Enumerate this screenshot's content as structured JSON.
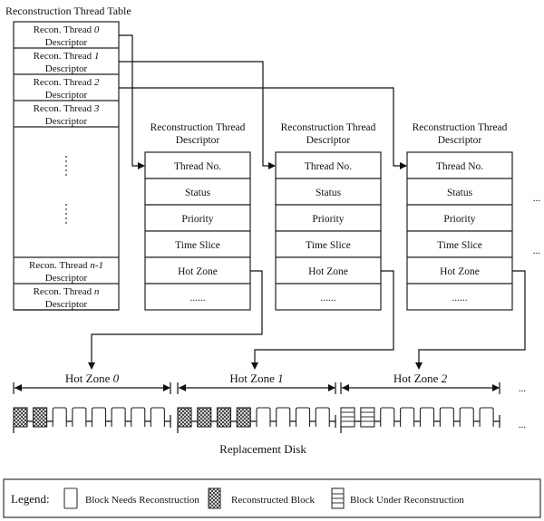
{
  "table": {
    "title": "Reconstruction Thread Table",
    "rows": [
      {
        "prefix": "Recon. Thread ",
        "index": "0",
        "suffix": "Descriptor"
      },
      {
        "prefix": "Recon. Thread ",
        "index": "1",
        "suffix": "Descriptor"
      },
      {
        "prefix": "Recon. Thread ",
        "index": "2",
        "suffix": "Descriptor"
      },
      {
        "prefix": "Recon. Thread ",
        "index": "3",
        "suffix": "Descriptor"
      },
      {
        "prefix": "Recon. Thread ",
        "index": "n-1",
        "suffix": "Descriptor"
      },
      {
        "prefix": "Recon. Thread ",
        "index": "n",
        "suffix": "Descriptor"
      }
    ],
    "ellipsis": "⋮"
  },
  "descriptors": [
    {
      "title_line1": "Reconstruction Thread",
      "title_line2": "Descriptor",
      "fields": [
        "Thread No.",
        "Status",
        "Priority",
        "Time Slice",
        "Hot Zone",
        "......"
      ]
    },
    {
      "title_line1": "Reconstruction Thread",
      "title_line2": "Descriptor",
      "fields": [
        "Thread No.",
        "Status",
        "Priority",
        "Time Slice",
        "Hot Zone",
        "......"
      ]
    },
    {
      "title_line1": "Reconstruction Thread",
      "title_line2": "Descriptor",
      "fields": [
        "Thread No.",
        "Status",
        "Priority",
        "Time Slice",
        "Hot Zone",
        "......"
      ]
    }
  ],
  "descriptor_more": "...",
  "hot_zones": [
    {
      "label": "Hot Zone ",
      "index": "0",
      "blocks": [
        "reconstructed",
        "reconstructed",
        "needs",
        "needs",
        "needs",
        "needs",
        "needs",
        "needs"
      ]
    },
    {
      "label": "Hot Zone ",
      "index": "1",
      "blocks": [
        "reconstructed",
        "reconstructed",
        "reconstructed",
        "reconstructed",
        "needs",
        "needs",
        "needs",
        "needs"
      ]
    },
    {
      "label": "Hot Zone ",
      "index": "2",
      "blocks": [
        "under",
        "under",
        "needs",
        "needs",
        "needs",
        "needs",
        "needs",
        "needs"
      ]
    }
  ],
  "zones_more": "...",
  "disk_label": "Replacement Disk",
  "legend": {
    "title": "Legend:",
    "items": [
      {
        "type": "needs",
        "label": "Block Needs Reconstruction"
      },
      {
        "type": "reconstructed",
        "label": "Reconstructed Block"
      },
      {
        "type": "under",
        "label": "Block Under Reconstruction"
      }
    ]
  }
}
